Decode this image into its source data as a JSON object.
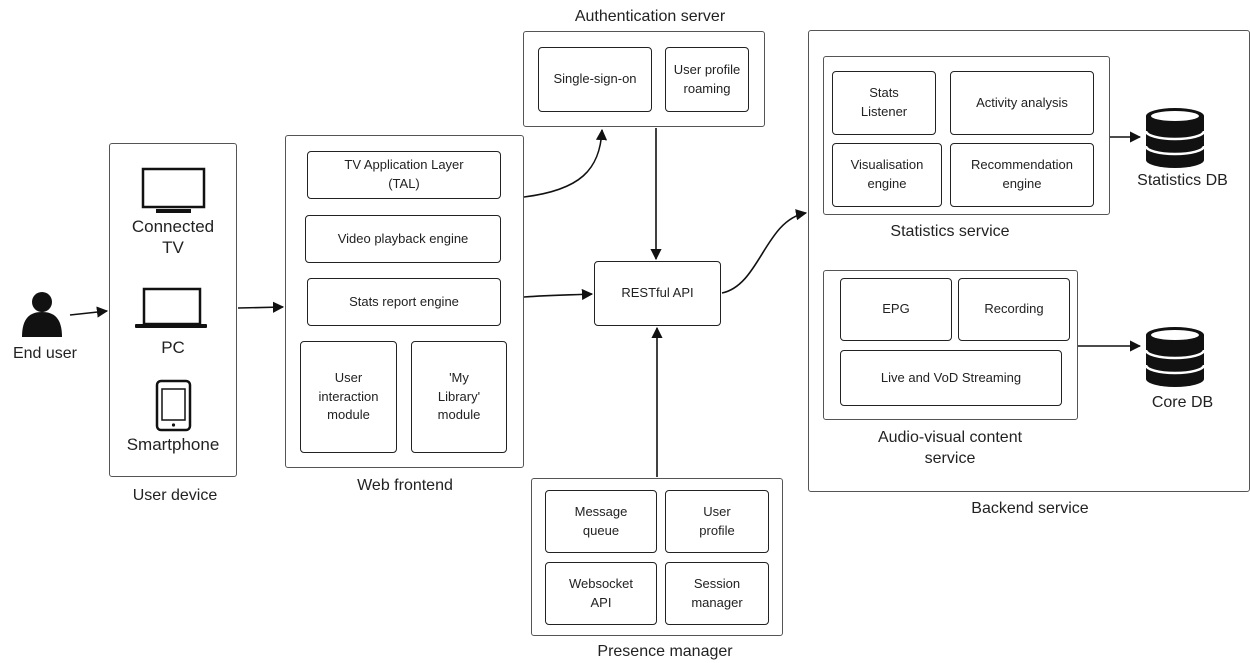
{
  "end_user": {
    "label": "End user"
  },
  "user_device": {
    "caption": "User device",
    "devices": [
      {
        "label": "Connected\nTV",
        "icon": "tv-icon"
      },
      {
        "label": "PC",
        "icon": "laptop-icon"
      },
      {
        "label": "Smartphone",
        "icon": "smartphone-icon"
      }
    ]
  },
  "web_frontend": {
    "caption": "Web frontend",
    "modules": [
      "TV Application Layer\n(TAL)",
      "Video playback engine",
      "Stats report engine",
      "User\ninteraction\nmodule",
      "'My\nLibrary'\nmodule"
    ]
  },
  "auth_server": {
    "caption": "Authentication server",
    "modules": [
      "Single-sign-on",
      "User profile\nroaming"
    ]
  },
  "restful_api": {
    "label": "RESTful API"
  },
  "presence_manager": {
    "caption": "Presence manager",
    "modules": [
      "Message\nqueue",
      "User\nprofile",
      "Websocket\nAPI",
      "Session\nmanager"
    ]
  },
  "backend": {
    "caption": "Backend service",
    "statistics_service": {
      "caption": "Statistics service",
      "modules": [
        "Stats\nListener",
        "Activity analysis",
        "Visualisation\nengine",
        "Recommendation\nengine"
      ]
    },
    "av_service": {
      "caption": "Audio-visual content\nservice",
      "modules": [
        "EPG",
        "Recording",
        "Live and VoD Streaming"
      ]
    }
  },
  "databases": {
    "statistics": "Statistics DB",
    "core": "Core DB"
  }
}
